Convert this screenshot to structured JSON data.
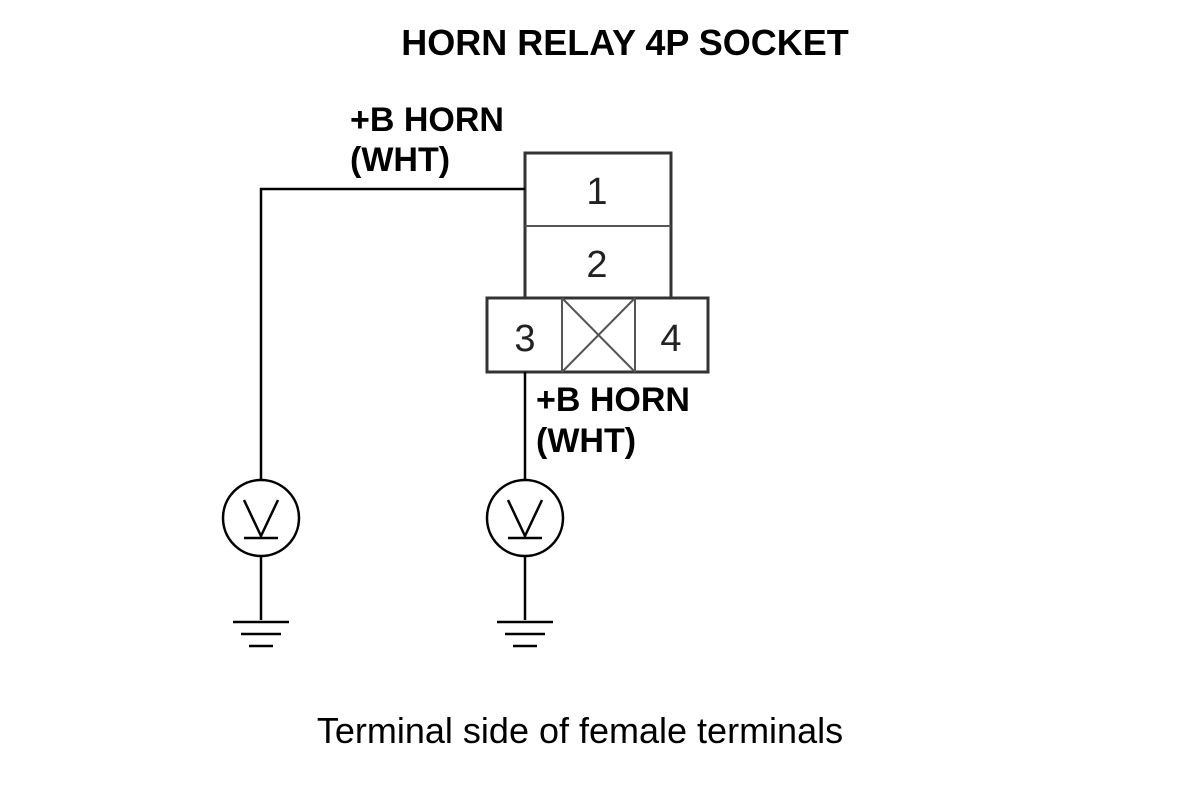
{
  "diagram": {
    "title": "HORN RELAY 4P SOCKET",
    "caption": "Terminal side of female terminals",
    "connector": {
      "pins": [
        {
          "number": "1"
        },
        {
          "number": "2"
        },
        {
          "number": "3"
        },
        {
          "number": "4"
        }
      ]
    },
    "wires": [
      {
        "signal": "+B HORN",
        "color": "(WHT)",
        "pin": "1"
      },
      {
        "signal": "+B HORN",
        "color": "(WHT)",
        "pin": "3"
      }
    ],
    "meters": [
      {
        "icon": "voltmeter-icon"
      },
      {
        "icon": "voltmeter-icon"
      }
    ],
    "grounds": [
      {
        "icon": "ground-icon"
      },
      {
        "icon": "ground-icon"
      }
    ]
  }
}
